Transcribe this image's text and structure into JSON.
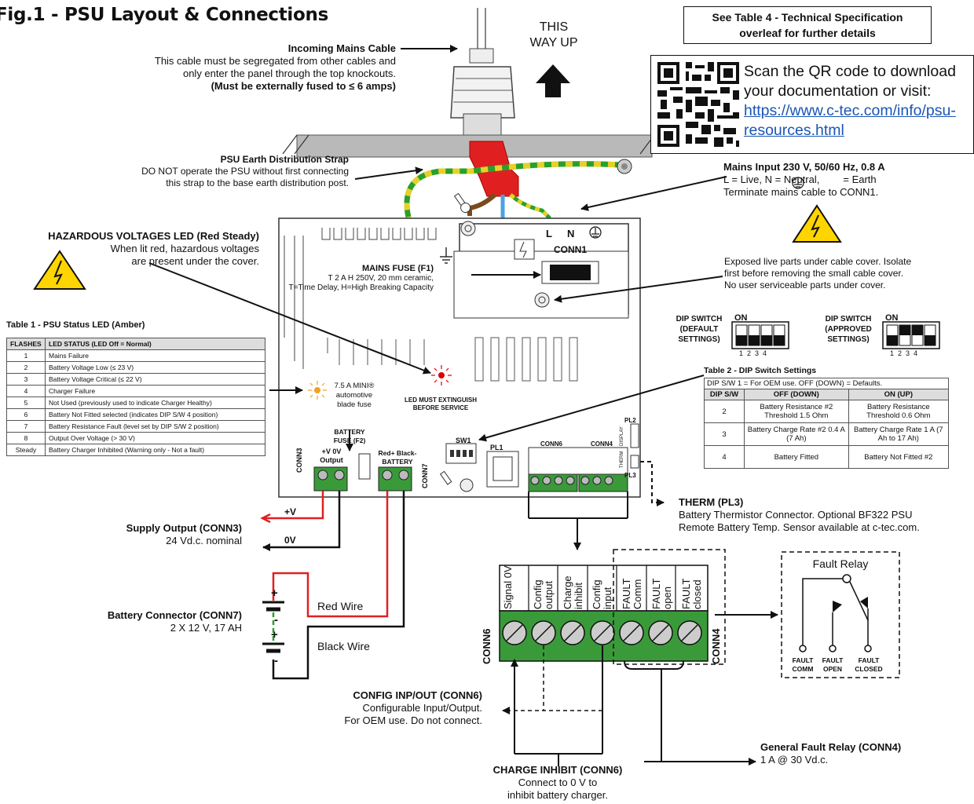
{
  "title": "Fig.1 - PSU Layout & Connections",
  "spec_note": {
    "line1": "See Table 4 - Technical Specification",
    "line2": "overleaf for further details"
  },
  "qr": {
    "text1": "Scan the QR code to download",
    "text2": "your documentation or visit:",
    "link1": "https://www.c-tec.com/info/psu-",
    "link2": "resources.html"
  },
  "up": {
    "line1": "THIS",
    "line2": "WAY UP"
  },
  "mains_cable": {
    "title": "Incoming Mains Cable",
    "line1": "This cable must be segregated from other cables and",
    "line2": "only enter the panel through the top knockouts.",
    "line3": "(Must be externally fused to ≤ 6 amps)"
  },
  "earth_strap": {
    "title": "PSU Earth Distribution Strap",
    "line1": "DO NOT operate the PSU without first connecting",
    "line2": "this strap to the base earth distribution post."
  },
  "mains_input": {
    "title": "Mains Input 230 V, 50/60 Hz, 0.8 A",
    "line1_a": "L = Live,   N = Neutral,",
    "line1_b": "= Earth",
    "line2": "Terminate mains cable to CONN1."
  },
  "hazard_led": {
    "title": "HAZARDOUS VOLTAGES LED (Red Steady)",
    "line1": "When lit red, hazardous voltages",
    "line2": "are present under the cover."
  },
  "mains_fuse": {
    "title": "MAINS FUSE (F1)",
    "line1": "T 2 A H 250V, 20 mm ceramic,",
    "line2": "T=Time Delay, H=High Breaking Capacity"
  },
  "exposed": {
    "line1": "Exposed live parts under cable cover. Isolate",
    "line2": "first before removing the small cable cover.",
    "line3": "No user serviceable parts under cover."
  },
  "conn1": {
    "label": "CONN1",
    "L": "L",
    "N": "N"
  },
  "dip_default": {
    "line1": "DIP SWITCH",
    "line2": "(DEFAULT",
    "line3": "SETTINGS)",
    "on": "ON",
    "nums": "1  2  3  4"
  },
  "dip_approved": {
    "line1": "DIP SWITCH",
    "line2": "(APPROVED",
    "line3": "SETTINGS)",
    "on": "ON",
    "nums": "1  2  3  4"
  },
  "table1": {
    "title": "Table 1 - PSU Status LED (Amber)",
    "headers": [
      "FLASHES",
      "LED STATUS     (LED Off = Normal)"
    ],
    "rows": [
      [
        "1",
        "Mains Failure"
      ],
      [
        "2",
        "Battery Voltage Low (≤ 23 V)"
      ],
      [
        "3",
        "Battery Voltage Critical (≤ 22 V)"
      ],
      [
        "4",
        "Charger Failure"
      ],
      [
        "5",
        "Not Used (previously used to indicate Charger Healthy)"
      ],
      [
        "6",
        "Battery Not Fitted selected (indicates DIP S/W 4 position)"
      ],
      [
        "7",
        "Battery Resistance Fault (level set by DIP S/W 2 position)"
      ],
      [
        "8",
        "Output Over Voltage (> 30 V)"
      ],
      [
        "Steady",
        "Battery Charger Inhibited (Warning only - Not a fault)"
      ]
    ]
  },
  "table2": {
    "title": "Table 2 - DIP Switch Settings",
    "note": "DIP S/W 1 = For OEM use.       OFF (DOWN) = Defaults.",
    "headers": [
      "DIP S/W",
      "OFF (DOWN)",
      "ON (UP)"
    ],
    "rows": [
      [
        "2",
        "Battery Resistance #2 Threshold 1.5 Ohm",
        "Battery Resistance Threshold 0.6 Ohm"
      ],
      [
        "3",
        "Battery Charge Rate #2 0.4 A (7 Ah)",
        "Battery Charge Rate 1 A (7 Ah to 17 Ah)"
      ],
      [
        "4",
        "Battery Fitted",
        "Battery Not Fitted #2"
      ]
    ]
  },
  "board": {
    "blade_fuse": "7.5 A MINI® automotive blade fuse",
    "led_must": "LED MUST EXTINGUISH BEFORE SERVICE",
    "battery_fuse": "BATTERY FUSE (F2)",
    "output": "+V   0V Output",
    "battery": "Red+ Black- BATTERY",
    "conn3": "CONN3",
    "conn7": "CONN7",
    "sw1": "SW1",
    "pl1": "PL1",
    "conn6": "CONN6",
    "conn4": "CONN4",
    "pl2": "PL2",
    "pl3": "PL3",
    "display": "DISPLAY",
    "therm": "THERM"
  },
  "therm": {
    "title": "THERM (PL3)",
    "line1": "Battery Thermistor Connector. Optional BF322 PSU",
    "line2": "Remote Battery Temp. Sensor available at c-tec.com."
  },
  "supply": {
    "title": "Supply Output (CONN3)",
    "line1": "24 Vd.c. nominal",
    "plus": "+V",
    "zero": "0V"
  },
  "battery": {
    "title": "Battery Connector (CONN7)",
    "line1": "2 X 12 V, 17 AH",
    "red": "Red Wire",
    "black": "Black Wire"
  },
  "terminals": [
    "Signal 0V",
    "Config output",
    "Charge inhibit",
    "Config input",
    "FAULT Comm",
    "FAULT open",
    "FAULT closed"
  ],
  "conn6_label": "CONN6",
  "conn4_label": "CONN4",
  "fault_relay": {
    "title": "Fault Relay",
    "comm": "FAULT COMM",
    "open": "FAULT OPEN",
    "closed": "FAULT CLOSED"
  },
  "config": {
    "title": "CONFIG INP/OUT (CONN6)",
    "line1": "Configurable Input/Output.",
    "line2": "For OEM use. Do not connect."
  },
  "charge_inhibit": {
    "title": "CHARGE INHIBIT (CONN6)",
    "line1": "Connect to 0 V to",
    "line2": "inhibit battery charger."
  },
  "general_fault": {
    "title": "General Fault Relay (CONN4)",
    "line1": "1 A @ 30 Vd.c."
  }
}
